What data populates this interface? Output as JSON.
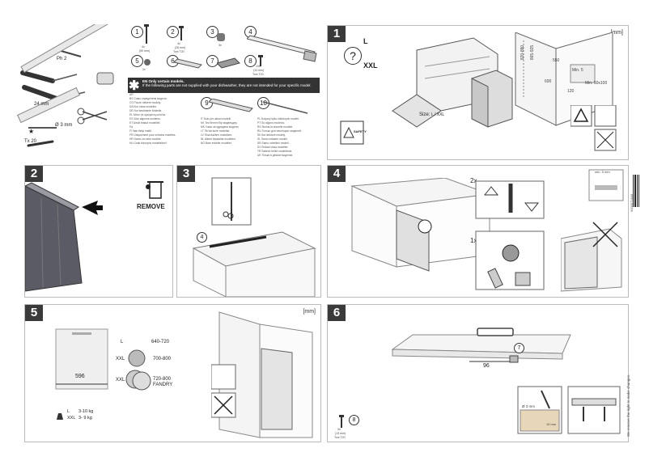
{
  "parts": {
    "p1": {
      "num": "1",
      "label": "4x",
      "sub": "(90 mm)"
    },
    "p2": {
      "num": "2",
      "label": "4x",
      "sub": "(26 mm)",
      "sub2": "Torx T20"
    },
    "p3": {
      "num": "3",
      "label": "3x"
    },
    "p4": {
      "num": "4"
    },
    "p5": {
      "num": "5",
      "label": "2x"
    },
    "p6": {
      "num": "6"
    },
    "p7": {
      "num": "7"
    },
    "p8": {
      "num": "8",
      "label": "10x",
      "sub": "(13 mm)",
      "sub2": "Torx T20"
    },
    "p9": {
      "num": "9"
    },
    "p10": {
      "num": "10"
    }
  },
  "tools": {
    "ph2": "Ph 2",
    "level": "24 mm",
    "drill": "Ø 3 mm",
    "torx": "Tx 20"
  },
  "only_certain": {
    "line1": "EN Only certain models.",
    "line2": "If the following parts are not supplied with your dishwasher, they are not intended for your specific model."
  },
  "languages": [
    "AR",
    "BG Само определени модели.",
    "CS Pouze některé modely.",
    "DA Kun visse modeller.",
    "DE Nur bestimmte Modelle.",
    "EL Μόνο σε ορισμένα μοντέλα.",
    "ES Sólo algunos modelos.",
    "ET Ainult teatud mudelitel.",
    "FA",
    "FI Vain tietyt mallit.",
    "FR Uniquement pour certains modèles.",
    "HR Samo za neke modele.",
    "HU Csak bizonyos modelleknél.",
    "IT Solo per alcuni modelli.",
    "KK Тек белгілі бір модельдер.",
    "MK Само за одредени модели.",
    "LT Tik kai kurie modeliai.",
    "LV Tikai dažiem modeļiem.",
    "NL Alleen bepaalde modellen.",
    "NO Bare enkelte modeller.",
    "PL Dotyczy tylko niektórych modeli.",
    "PT Só alguns modelos.",
    "RO Numai la anumite modele.",
    "RU Только для некоторых моделей.",
    "SK Iba niektoré modely.",
    "SL Samo nekateri modeli.",
    "SR Samo određeni modeli.",
    "SV Endast vissa modeller.",
    "TR Sadece belirli modellerde.",
    "UK Тільки в деяких моделях."
  ],
  "step1": {
    "num": "1",
    "mm": "[mm]",
    "size_L": "L",
    "size_XXL": "XXL",
    "question": "?",
    "safety": "SAFETY",
    "size_label": "Size:",
    "size_value": "L / XXL",
    "dims": [
      "820-880",
      "865-925",
      "550",
      "600",
      "Min. 5",
      "Min. 50x100",
      "120"
    ]
  },
  "step2": {
    "num": "2",
    "remove": "REMOVE"
  },
  "step3": {
    "num": "3",
    "callout": "4"
  },
  "step4": {
    "num": "4",
    "twox": "2x",
    "onex": "1x",
    "min": "min. 5 mm"
  },
  "step5": {
    "num": "5",
    "mm": "[mm]",
    "width": "596",
    "L": "L",
    "XXL": "XXL",
    "rows": [
      {
        "label": "L",
        "range": "640-720"
      },
      {
        "label": "XXL",
        "range": "700-800"
      },
      {
        "label": "XXL",
        "range": "720-800",
        "extra": "FANDRY"
      }
    ],
    "weights": [
      {
        "size": "L",
        "value": "3-10 kg"
      },
      {
        "size": "XXL",
        "value": "3- 9 kg"
      }
    ]
  },
  "step6": {
    "num": "6",
    "dim": "96",
    "callout": "7",
    "drill": "Ø 3 mm",
    "depth": "10 mm",
    "screw": "8",
    "screw_label": "3x",
    "screw_sub": "(13 mm)",
    "screw_sub2": "Torx T20"
  },
  "footer": {
    "rights": "We reserve the right to make changes.",
    "code": "9000972846"
  }
}
